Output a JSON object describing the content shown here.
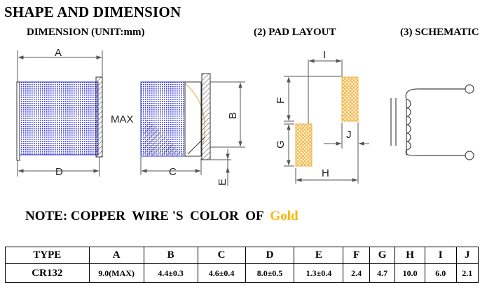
{
  "title": "SHAPE AND DIMENSION",
  "sections": {
    "dimension": "DIMENSION  (UNIT:mm)",
    "pad_layout": "(2) PAD LAYOUT",
    "schematic": "(3) SCHEMATIC"
  },
  "drawing_labels": {
    "a": "A",
    "d": "D",
    "max": "MAX",
    "c": "C",
    "b": "B",
    "e": "E",
    "i": "I",
    "f": "F",
    "g": "G",
    "j": "J",
    "h": "H"
  },
  "note": {
    "prefix": "NOTE: COPPER  WIRE 'S  COLOR  OF",
    "color_name": "Gold",
    "color_hex": "#f5b800"
  },
  "colors": {
    "winding": "#3b3bd8",
    "pad": "#f0b040",
    "line": "#555555"
  },
  "table": {
    "headers": [
      "TYPE",
      "A",
      "B",
      "C",
      "D",
      "E",
      "F",
      "G",
      "H",
      "I",
      "J"
    ],
    "rows": [
      {
        "type": "CR132",
        "a": "9.0(MAX)",
        "b": "4.4±0.3",
        "c": "4.6±0.4",
        "d": "8.0±0.5",
        "e": "1.3±0.4",
        "f": "2.4",
        "g": "4.7",
        "h": "10.0",
        "i": "6.0",
        "j": "2.1"
      }
    ]
  }
}
